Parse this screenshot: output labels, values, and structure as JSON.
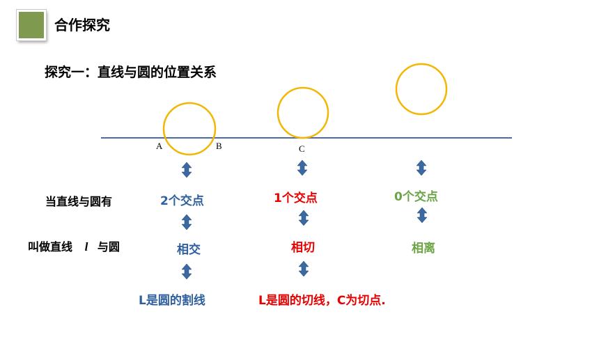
{
  "header": {
    "title": "合作探究"
  },
  "subtitle": "探究一：直线与圆的位置关系",
  "points": {
    "a": "A",
    "b": "B",
    "c": "C"
  },
  "rows": {
    "intersections_label": "当直线与圆有",
    "relation_label_prefix": "叫做直线",
    "relation_label_var": "l",
    "relation_label_suffix": "与圆"
  },
  "columns": [
    {
      "count": "2个交点",
      "relation": "相交",
      "definition": "L是圆的割线"
    },
    {
      "count": "1个交点",
      "relation": "相切",
      "definition": "L是圆的切线，C为切点."
    },
    {
      "count": "0个交点",
      "relation": "相离"
    }
  ],
  "colors": {
    "badge": "#7f9a4f",
    "line": "#4a6aa8",
    "circle": "#f2b705",
    "arrow": "#3b6aa3",
    "secant": "#2f5f9e",
    "tangent": "#e60000",
    "separate": "#6aa445"
  }
}
